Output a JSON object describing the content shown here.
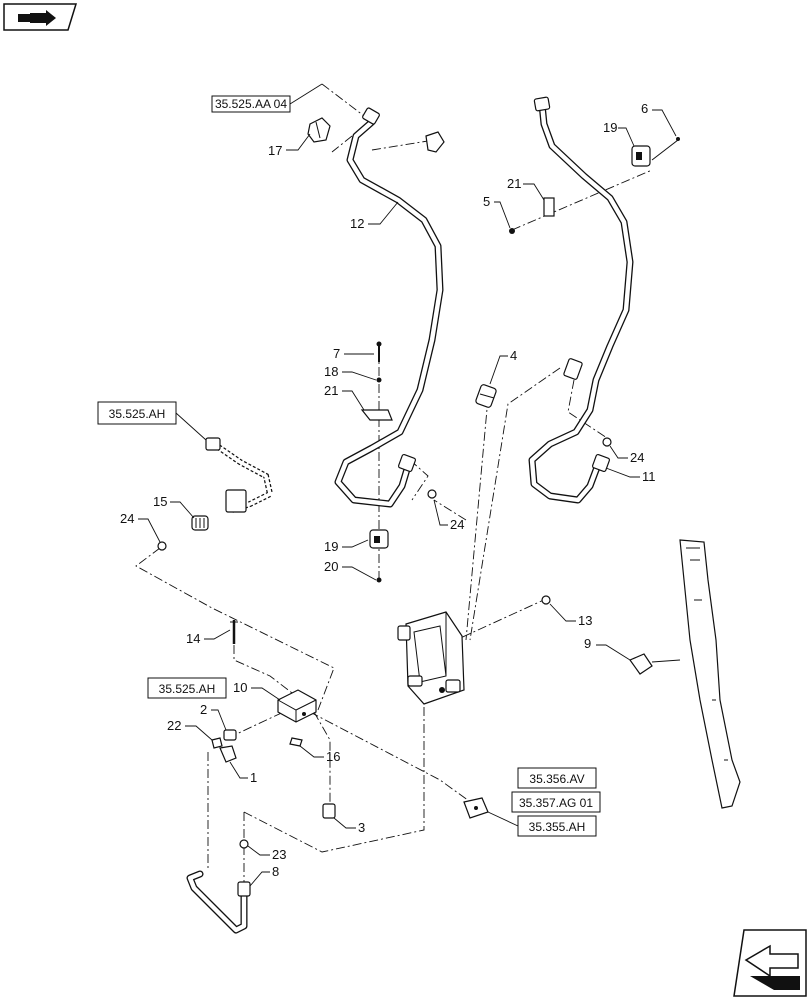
{
  "refs": {
    "aa04": "35.525.AA 04",
    "ah_left_top": "35.525.AH",
    "ah_left_mid": "35.525.AH",
    "av": "35.356.AV",
    "ag01": "35.357.AG 01",
    "ah_bottom": "35.355.AH"
  },
  "callouts": {
    "c1": "1",
    "c2": "2",
    "c3": "3",
    "c4": "4",
    "c5": "5",
    "c6": "6",
    "c7": "7",
    "c8": "8",
    "c9": "9",
    "c10": "10",
    "c11": "11",
    "c12": "12",
    "c13": "13",
    "c14": "14",
    "c15": "15",
    "c16": "16",
    "c17": "17",
    "c18": "18",
    "c19a": "19",
    "c19b": "19",
    "c20": "20",
    "c21a": "21",
    "c21b": "21",
    "c22": "22",
    "c23": "23",
    "c24a": "24",
    "c24b": "24",
    "c24c": "24"
  },
  "icons": {
    "top_left": "book-arrow-icon",
    "bottom_right": "next-page-arrow-icon"
  }
}
